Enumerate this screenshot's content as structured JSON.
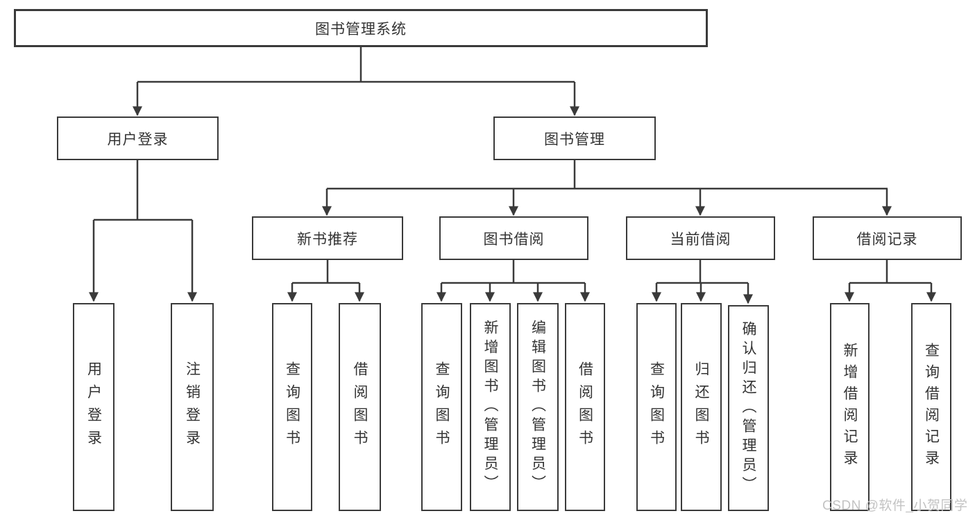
{
  "diagram": {
    "type": "hierarchy-tree",
    "root": {
      "label": "图书管理系统"
    },
    "branches": [
      {
        "label": "用户登录",
        "children": [
          {
            "label": "用户登录"
          },
          {
            "label": "注销登录"
          }
        ]
      },
      {
        "label": "图书管理",
        "children": [
          {
            "label": "新书推荐",
            "children": [
              {
                "label": "查询图书"
              },
              {
                "label": "借阅图书"
              }
            ]
          },
          {
            "label": "图书借阅",
            "children": [
              {
                "label": "查询图书"
              },
              {
                "label": "新增图书（管理员）"
              },
              {
                "label": "编辑图书（管理员）"
              },
              {
                "label": "借阅图书"
              }
            ]
          },
          {
            "label": "当前借阅",
            "children": [
              {
                "label": "查询图书"
              },
              {
                "label": "归还图书"
              },
              {
                "label": "确认归还（管理员）"
              }
            ]
          },
          {
            "label": "借阅记录",
            "children": [
              {
                "label": "新增借阅记录"
              },
              {
                "label": "查询借阅记录"
              }
            ]
          }
        ]
      }
    ]
  },
  "watermark": {
    "text": "CSDN @软件_小贺同学"
  },
  "colors": {
    "line": "#3a3a3a",
    "text": "#333333",
    "watermark": "#c3c3c3",
    "background": "#ffffff"
  }
}
